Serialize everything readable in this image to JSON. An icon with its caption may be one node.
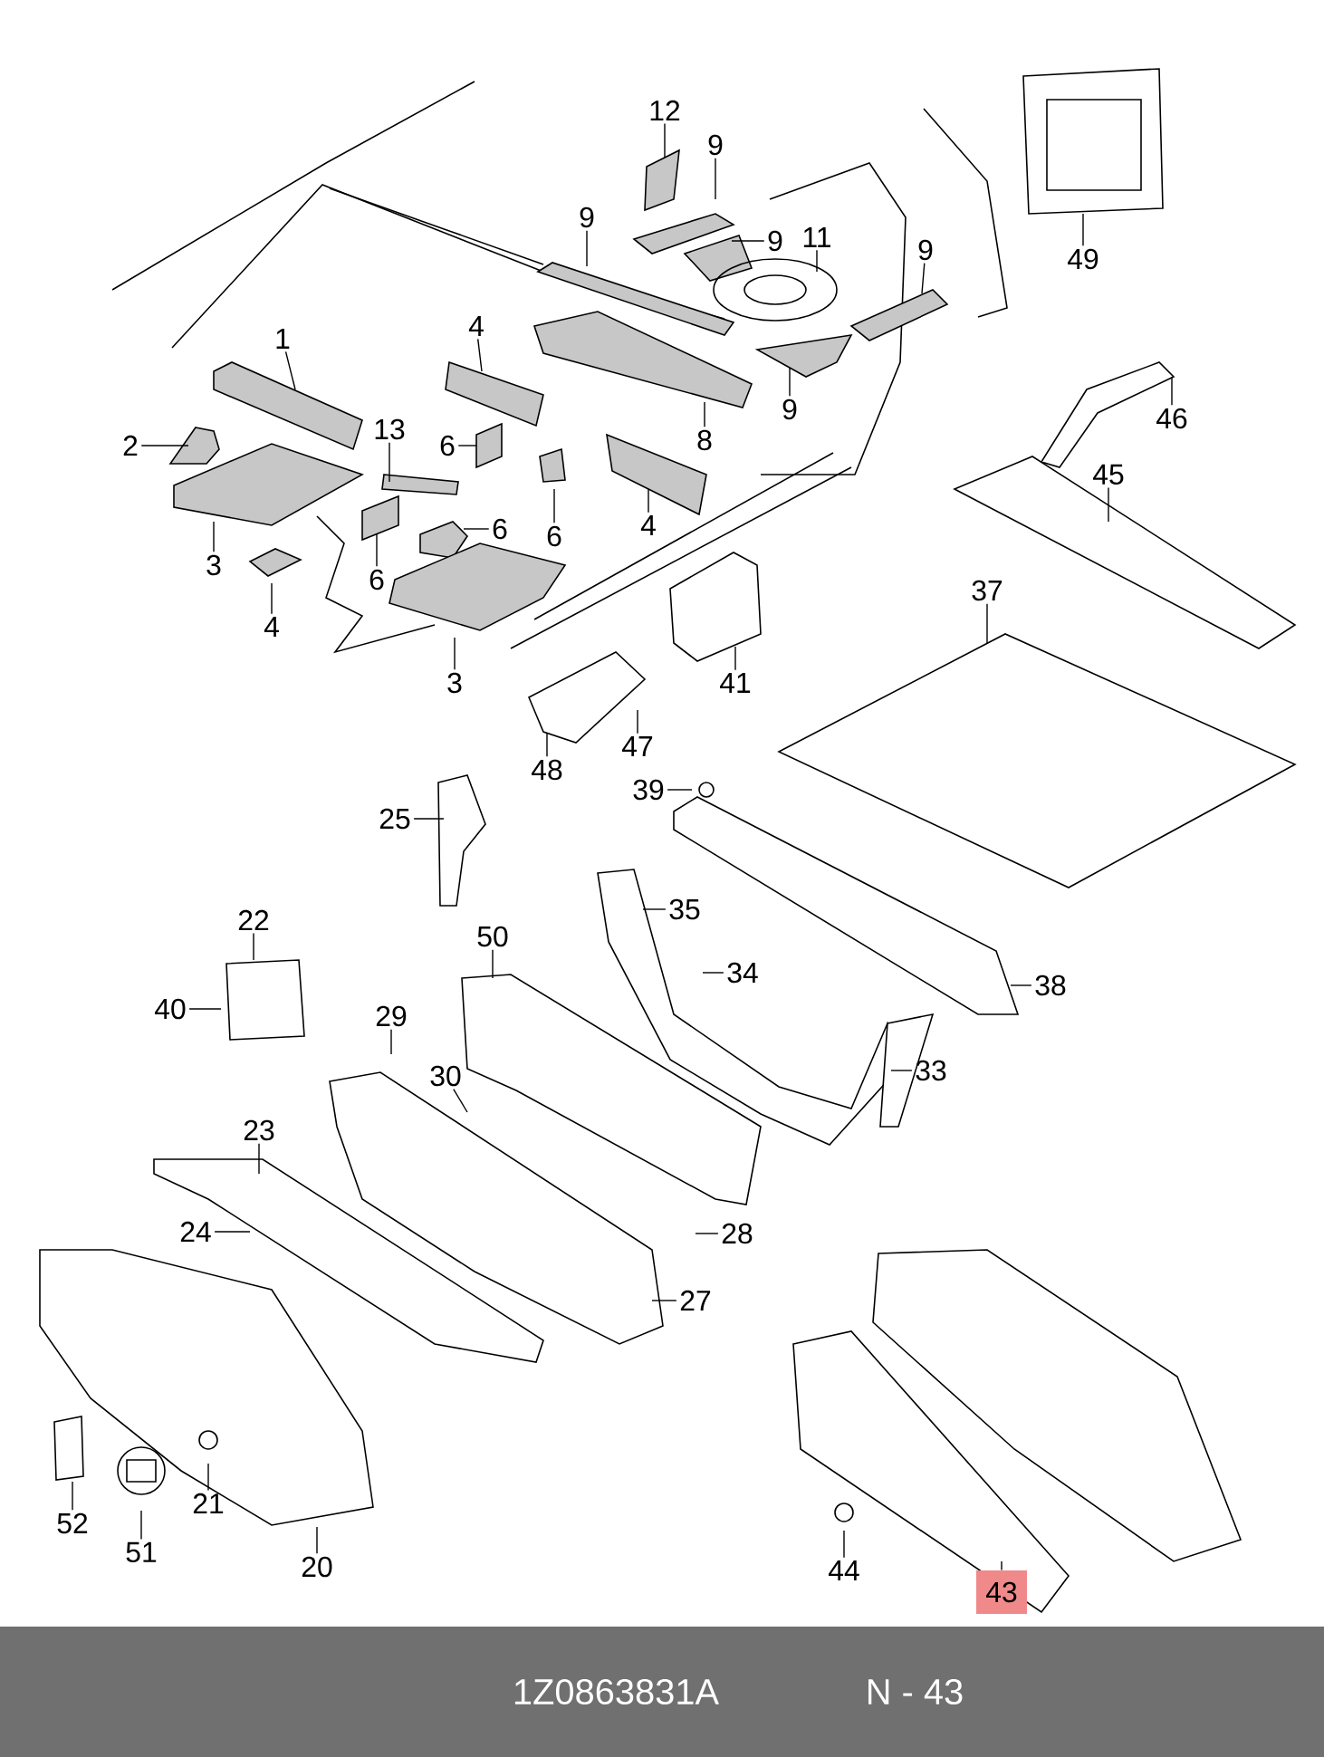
{
  "diagram": {
    "nodes": [
      {
        "text": [
          "12"
        ]
      },
      {
        "text": [
          "9"
        ]
      },
      {
        "text": [
          "9"
        ]
      },
      {
        "text": [
          "9"
        ]
      },
      {
        "text": [
          "11"
        ]
      },
      {
        "text": [
          "9"
        ]
      },
      {
        "text": [
          "1"
        ]
      },
      {
        "text": [
          "4"
        ]
      },
      {
        "text": [
          "9"
        ]
      },
      {
        "text": [
          "8"
        ]
      },
      {
        "text": [
          "46"
        ]
      },
      {
        "text": [
          "2"
        ]
      },
      {
        "text": [
          "13"
        ]
      },
      {
        "text": [
          "6"
        ]
      },
      {
        "text": [
          "6"
        ]
      },
      {
        "text": [
          "4"
        ]
      },
      {
        "text": [
          "45"
        ]
      },
      {
        "text": [
          "3"
        ]
      },
      {
        "text": [
          "6"
        ]
      },
      {
        "text": [
          "6"
        ]
      },
      {
        "text": [
          "4"
        ]
      },
      {
        "text": [
          "3"
        ]
      },
      {
        "text": [
          "37"
        ]
      },
      {
        "text": [
          "41"
        ]
      },
      {
        "text": [
          "48"
        ]
      },
      {
        "text": [
          "47"
        ]
      },
      {
        "text": [
          "39"
        ]
      },
      {
        "text": [
          "25"
        ]
      },
      {
        "text": [
          "35"
        ]
      },
      {
        "text": [
          "22"
        ]
      },
      {
        "text": [
          "50"
        ]
      },
      {
        "text": [
          "34"
        ]
      },
      {
        "text": [
          "38"
        ]
      },
      {
        "text": [
          "40"
        ]
      },
      {
        "text": [
          "29"
        ]
      },
      {
        "text": [
          "33"
        ]
      },
      {
        "text": [
          "30"
        ]
      },
      {
        "text": [
          "23"
        ]
      },
      {
        "text": [
          "24"
        ]
      },
      {
        "text": [
          "28"
        ]
      },
      {
        "text": [
          "27"
        ]
      },
      {
        "text": [
          "52"
        ]
      },
      {
        "text": [
          "21"
        ]
      },
      {
        "text": [
          "51"
        ]
      },
      {
        "text": [
          "20"
        ]
      },
      {
        "text": [
          "44"
        ]
      },
      {
        "text": [
          "43"
        ]
      },
      {
        "text": [
          "49"
        ]
      }
    ],
    "edges": [
      {
        "from": 0,
        "to": null,
        "arrow": "none"
      },
      {
        "from": 1,
        "to": null,
        "arrow": "none"
      },
      {
        "from": 2,
        "to": null,
        "arrow": "none"
      },
      {
        "from": 3,
        "to": null,
        "arrow": "none"
      },
      {
        "from": 4,
        "to": null,
        "arrow": "none"
      },
      {
        "from": 5,
        "to": null,
        "arrow": "none"
      },
      {
        "from": 6,
        "to": null,
        "arrow": "none"
      },
      {
        "from": 7,
        "to": null,
        "arrow": "none"
      },
      {
        "from": 8,
        "to": null,
        "arrow": "none"
      },
      {
        "from": 9,
        "to": null,
        "arrow": "none"
      },
      {
        "from": 10,
        "to": null,
        "arrow": "none"
      },
      {
        "from": 11,
        "to": null,
        "arrow": "none"
      },
      {
        "from": 12,
        "to": null,
        "arrow": "none"
      },
      {
        "from": 13,
        "to": null,
        "arrow": "none"
      },
      {
        "from": 14,
        "to": null,
        "arrow": "none"
      },
      {
        "from": 15,
        "to": null,
        "arrow": "none"
      },
      {
        "from": 16,
        "to": null,
        "arrow": "none"
      },
      {
        "from": 17,
        "to": null,
        "arrow": "none"
      },
      {
        "from": 18,
        "to": null,
        "arrow": "none"
      },
      {
        "from": 19,
        "to": null,
        "arrow": "none"
      },
      {
        "from": 20,
        "to": null,
        "arrow": "none"
      },
      {
        "from": 21,
        "to": null,
        "arrow": "none"
      },
      {
        "from": 22,
        "to": null,
        "arrow": "none"
      },
      {
        "from": 23,
        "to": null,
        "arrow": "none"
      },
      {
        "from": 24,
        "to": null,
        "arrow": "none"
      },
      {
        "from": 25,
        "to": null,
        "arrow": "none"
      },
      {
        "from": 26,
        "to": null,
        "arrow": "none"
      },
      {
        "from": 27,
        "to": null,
        "arrow": "none"
      },
      {
        "from": 28,
        "to": null,
        "arrow": "none"
      },
      {
        "from": 29,
        "to": null,
        "arrow": "none"
      },
      {
        "from": 30,
        "to": null,
        "arrow": "none"
      },
      {
        "from": 31,
        "to": null,
        "arrow": "none"
      },
      {
        "from": 32,
        "to": null,
        "arrow": "none"
      },
      {
        "from": 33,
        "to": null,
        "arrow": "none"
      },
      {
        "from": 34,
        "to": null,
        "arrow": "none"
      },
      {
        "from": 35,
        "to": null,
        "arrow": "none"
      },
      {
        "from": 36,
        "to": null,
        "arrow": "none"
      },
      {
        "from": 37,
        "to": null,
        "arrow": "none"
      },
      {
        "from": 38,
        "to": null,
        "arrow": "none"
      },
      {
        "from": 39,
        "to": null,
        "arrow": "none"
      },
      {
        "from": 40,
        "to": null,
        "arrow": "none"
      },
      {
        "from": 41,
        "to": null,
        "arrow": "none"
      },
      {
        "from": 42,
        "to": null,
        "arrow": "none"
      },
      {
        "from": 43,
        "to": null,
        "arrow": "none"
      },
      {
        "from": 44,
        "to": null,
        "arrow": "none"
      },
      {
        "from": 45,
        "to": null,
        "arrow": "none"
      },
      {
        "from": 46,
        "to": null,
        "arrow": "none"
      },
      {
        "from": 47,
        "to": null,
        "arrow": "none"
      }
    ],
    "labels": [
      "1Z0863831A",
      "N - 43"
    ]
  }
}
